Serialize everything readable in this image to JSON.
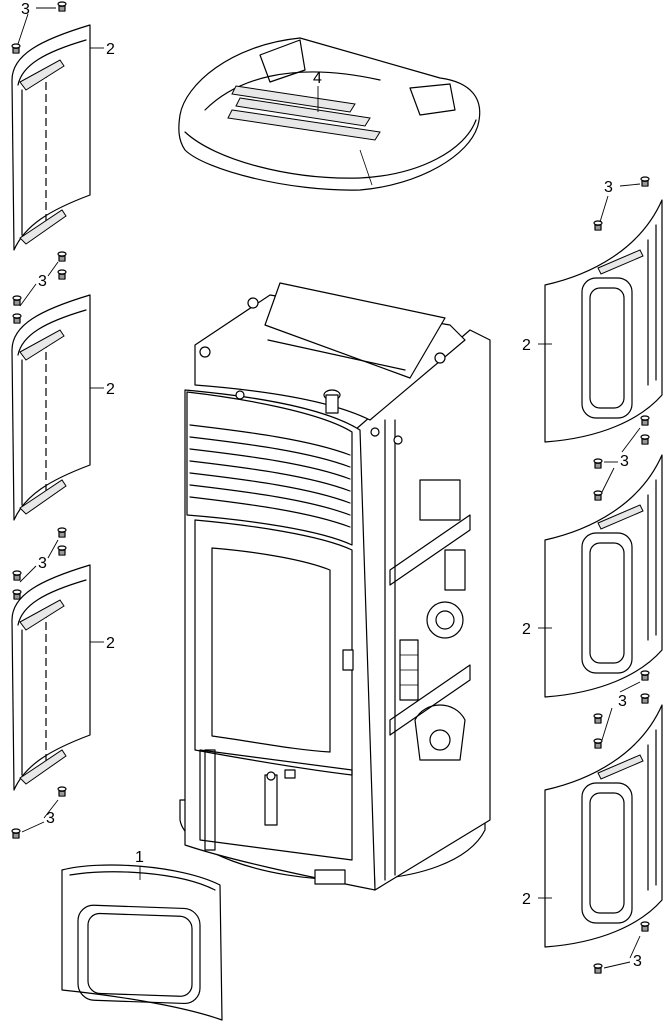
{
  "callouts": {
    "front_panel": "1",
    "side_panel": "2",
    "screw": "3",
    "top_cover": "4"
  },
  "colors": {
    "line": "#000000",
    "background": "#ffffff",
    "shade": "#e8e8e8"
  },
  "icons": [
    "screw-icon"
  ]
}
